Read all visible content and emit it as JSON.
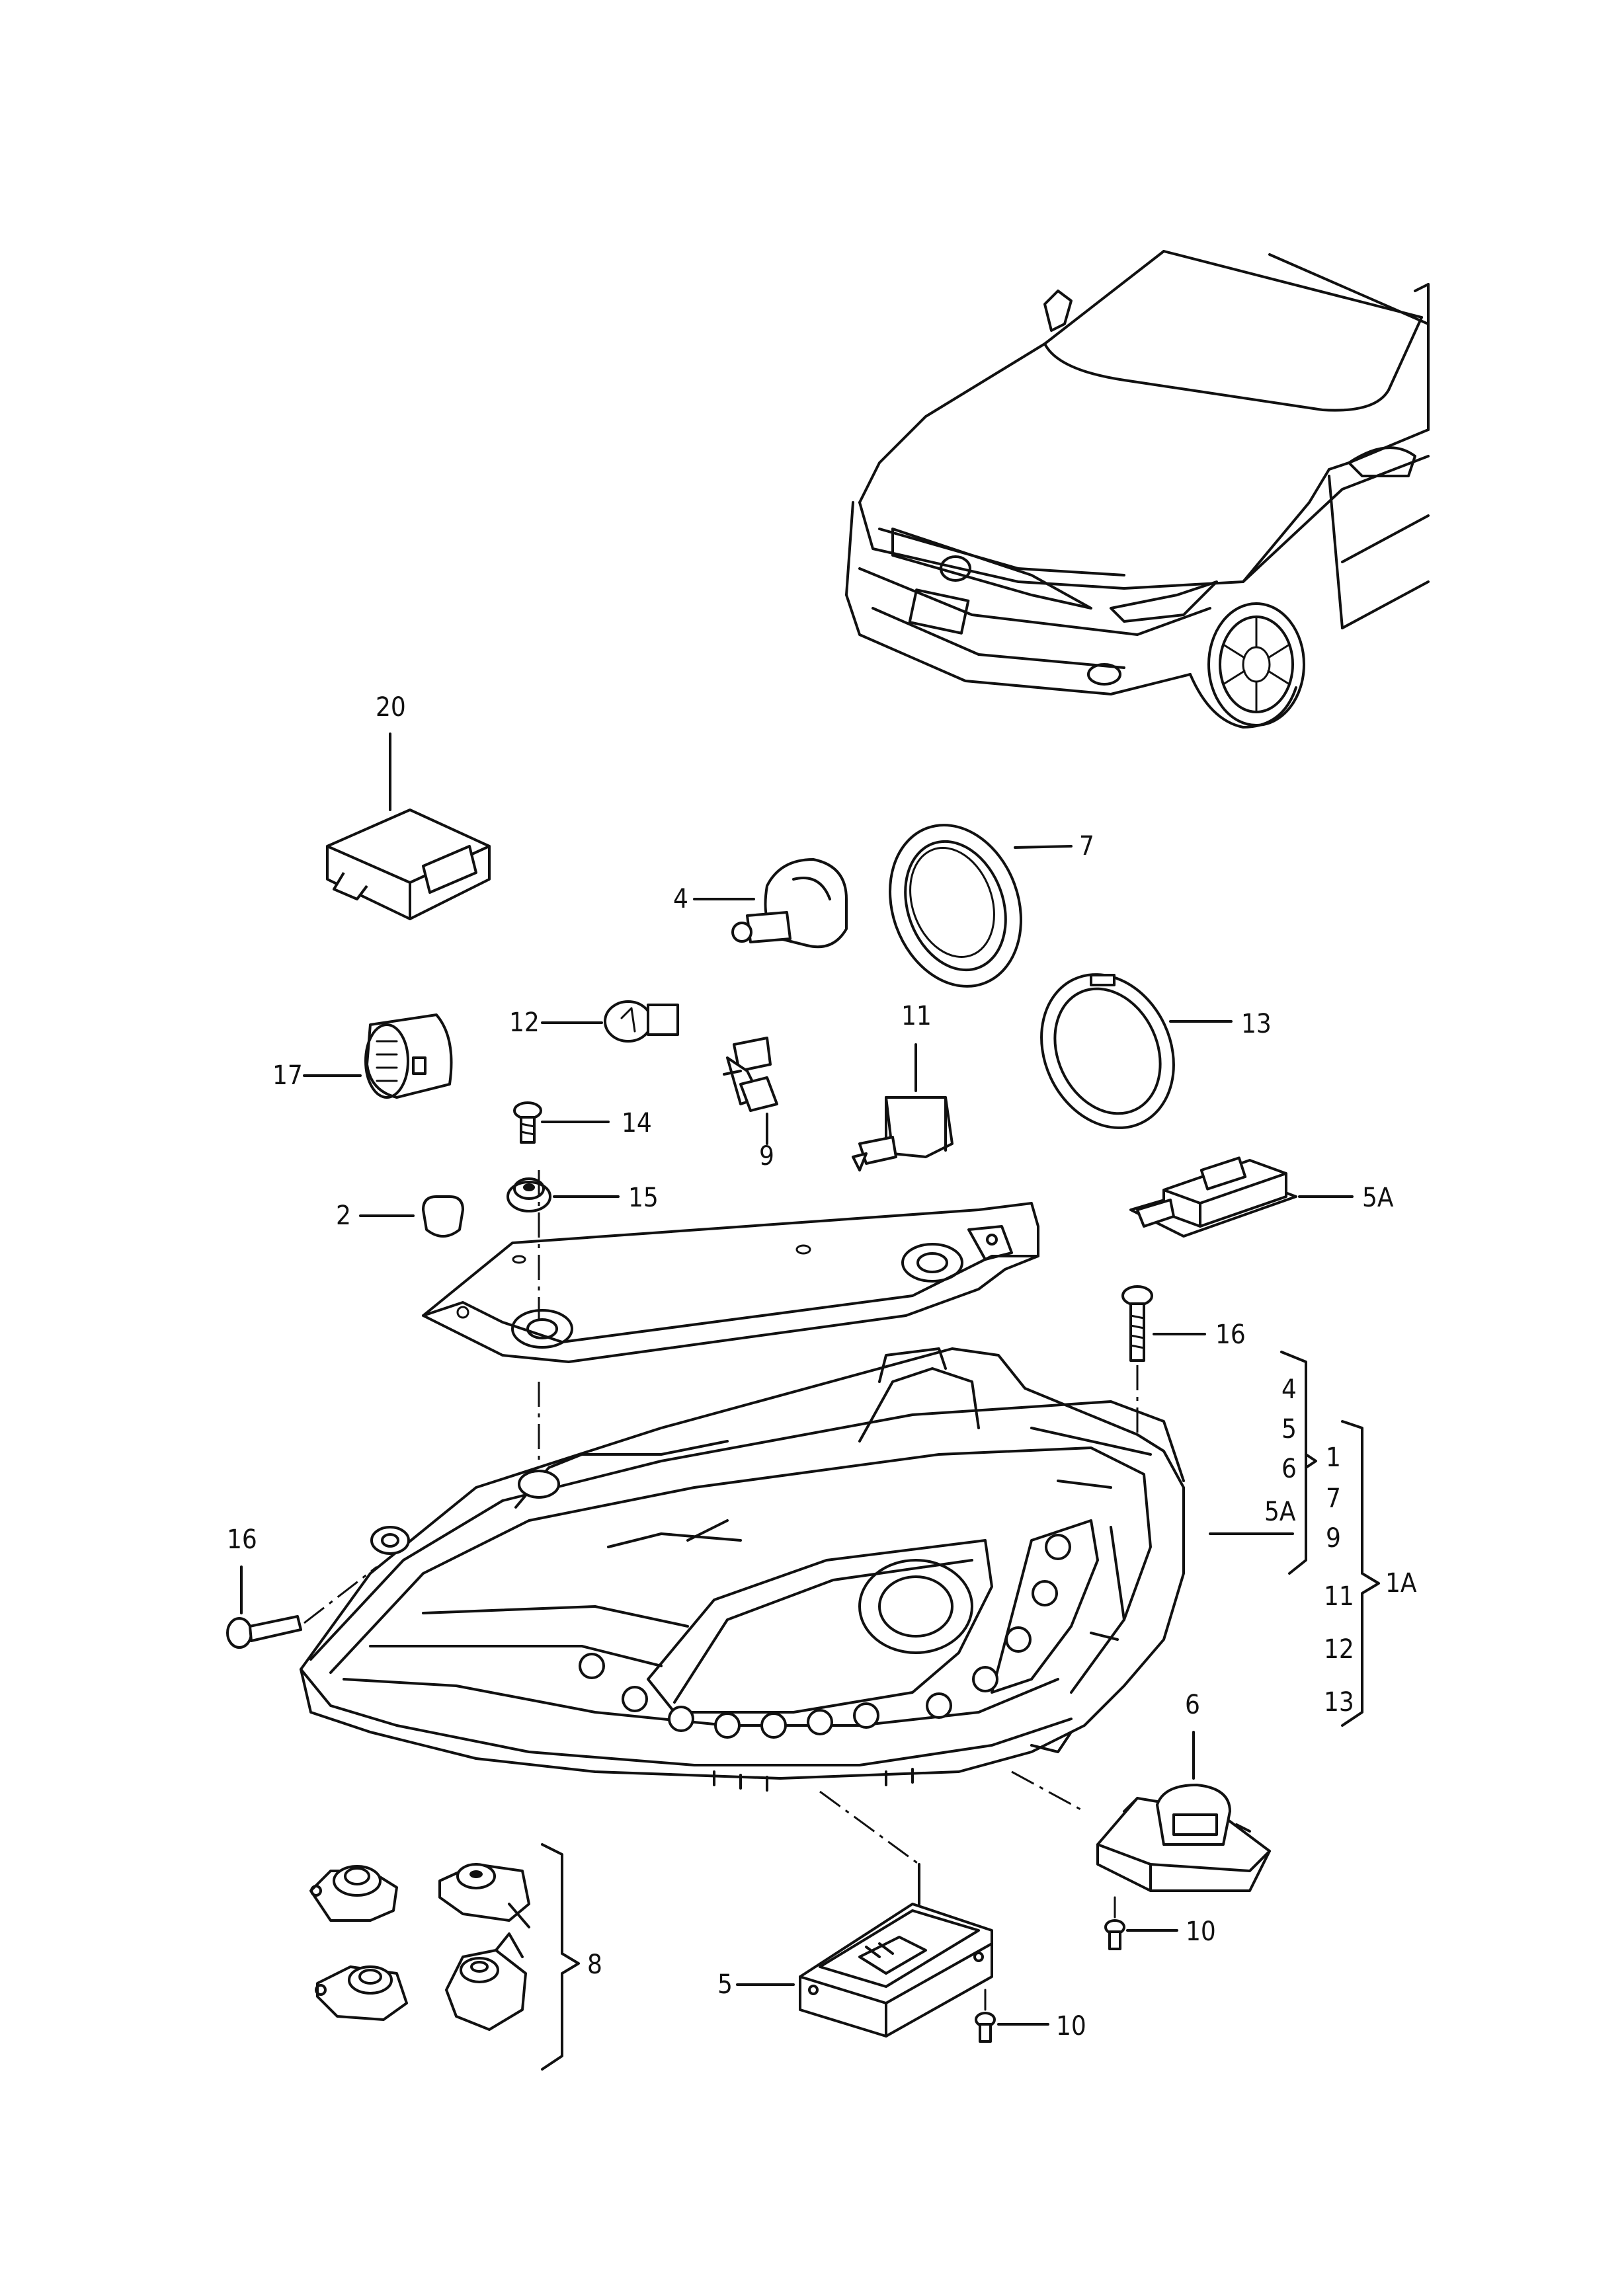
{
  "colors": {
    "line": "#111111",
    "background": "#ffffff"
  },
  "labels": {
    "l20": "20",
    "l4": "4",
    "l7": "7",
    "l12": "12",
    "l11": "11",
    "l13": "13",
    "l17": "17",
    "l14": "14",
    "l9": "9",
    "l2": "2",
    "l15": "15",
    "l5A": "5A",
    "l16a": "16",
    "l16b": "16",
    "l6": "6",
    "l10a": "10",
    "l10b": "10",
    "l8": "8",
    "l5": "5",
    "l1A": "1A"
  },
  "groups": {
    "inner_bracket": [
      "4",
      "5",
      "6",
      "5A"
    ],
    "outer_bracket": [
      "1",
      "7",
      "9",
      "11",
      "12",
      "13"
    ]
  }
}
